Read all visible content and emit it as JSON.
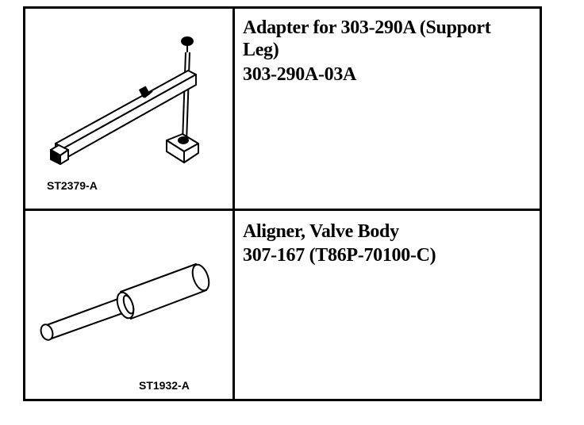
{
  "rows": [
    {
      "image_code": "ST2379-A",
      "tool_name": "Adapter for 303-290A (Support Leg)",
      "part_number": "303-290A-03A",
      "illustration_icon": "support-leg-adapter-icon"
    },
    {
      "image_code": "ST1932-A",
      "tool_name": "Aligner, Valve Body",
      "part_number": "307-167 (T86P-70100-C)",
      "illustration_icon": "valve-body-aligner-icon"
    }
  ]
}
